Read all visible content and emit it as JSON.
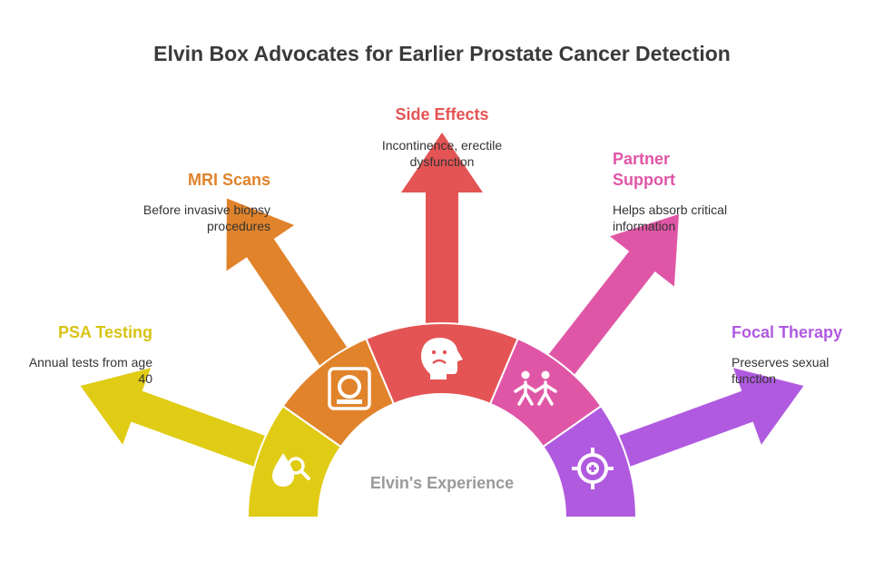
{
  "title": "Elvin Box Advocates for Earlier Prostate Cancer Detection",
  "center_label": "Elvin's Experience",
  "items": [
    {
      "label": "PSA Testing",
      "description": "Annual tests from age 40",
      "color": "#e0cc14",
      "icon": "blood-drop-magnifier-icon"
    },
    {
      "label": "MRI Scans",
      "description": "Before invasive biopsy procedures",
      "color": "#e0832b",
      "icon": "mri-scanner-icon"
    },
    {
      "label": "Side Effects",
      "description": "Incontinence, erectile dysfunction",
      "color": "#e45454",
      "icon": "sad-face-head-icon"
    },
    {
      "label": "Partner Support",
      "description": "Helps absorb critical information",
      "color": "#e056a6",
      "icon": "holding-hands-icon"
    },
    {
      "label": "Focal Therapy",
      "description": "Preserves sexual function",
      "color": "#b05ae0",
      "icon": "crosshair-target-icon"
    }
  ]
}
